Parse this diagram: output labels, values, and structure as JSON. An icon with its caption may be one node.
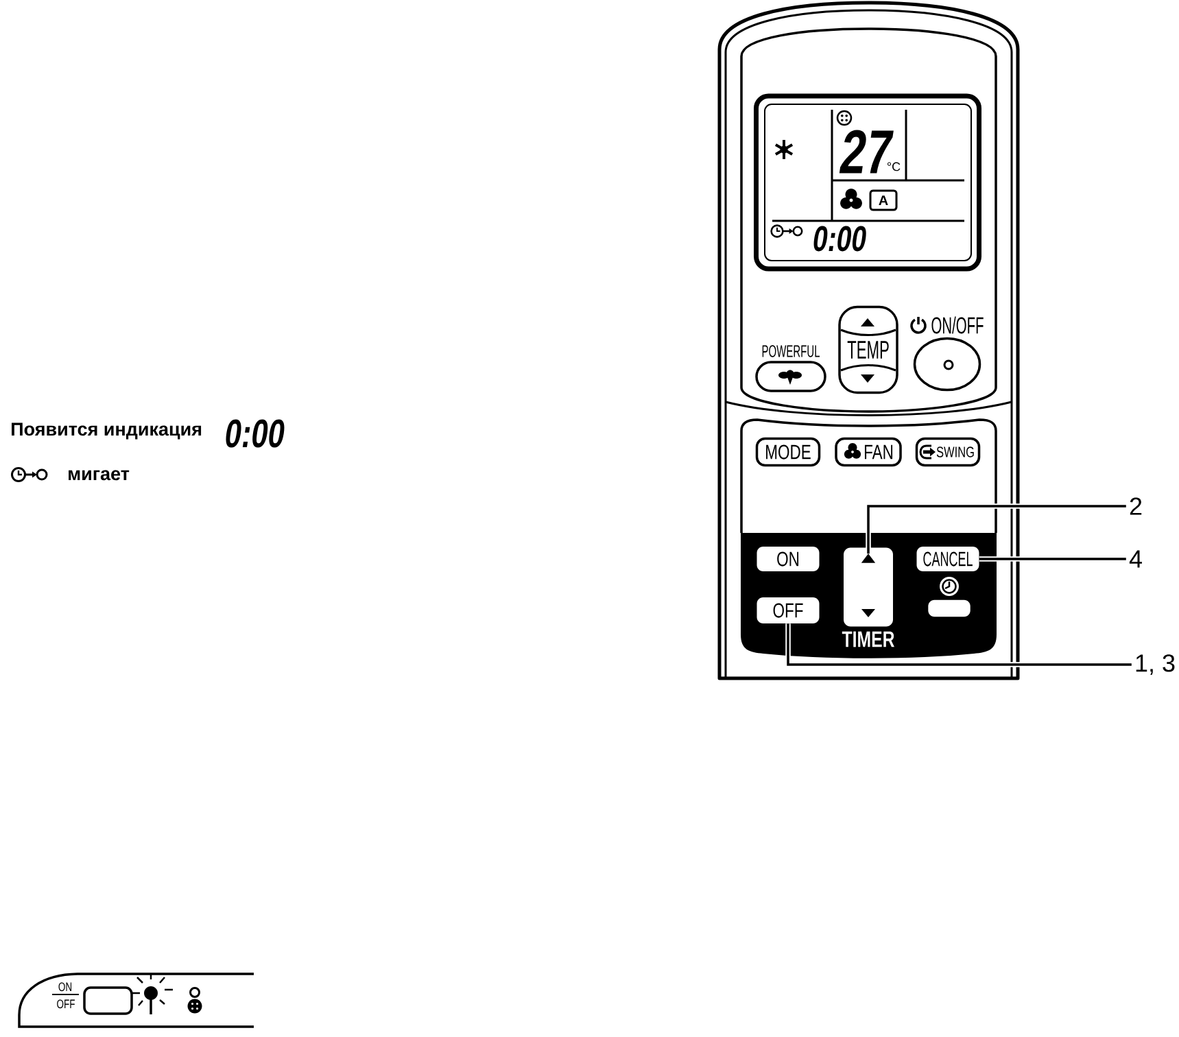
{
  "diagram": {
    "nodes": [
      {
        "text": [
          "27",
          "°C",
          "0:00"
        ]
      },
      {
        "text": [
          "A"
        ],
        "in": 0
      },
      {
        "text": [
          "POWERFUL"
        ]
      },
      {
        "text": [
          "TEMP"
        ]
      },
      {
        "text": [
          "ON/OFF"
        ]
      },
      {
        "text": [
          "MODE"
        ]
      },
      {
        "text": [
          "FAN"
        ]
      },
      {
        "text": [
          "SWING"
        ]
      },
      {
        "text": [
          "2"
        ]
      },
      {
        "text": [
          "ON"
        ]
      },
      {
        "text": [
          "TIMER"
        ]
      },
      {
        "text": [],
        "shape": "triangle",
        "in": 10
      },
      {
        "text": [
          "CANCEL"
        ]
      },
      {
        "text": [
          "4"
        ]
      },
      {
        "text": [],
        "shape": "bar"
      },
      {
        "text": [
          "OFF"
        ]
      },
      {
        "text": [
          "1, 3"
        ]
      }
    ],
    "edges": [
      {
        "from": 8,
        "to": 11,
        "arrow": "none"
      },
      {
        "from": 13,
        "to": 12,
        "arrow": "none"
      },
      {
        "from": 16,
        "to": 15,
        "arrow": "none"
      }
    ],
    "labels": [
      "Появится индикация",
      "0:00",
      "мигает",
      "ON",
      "OFF"
    ]
  }
}
